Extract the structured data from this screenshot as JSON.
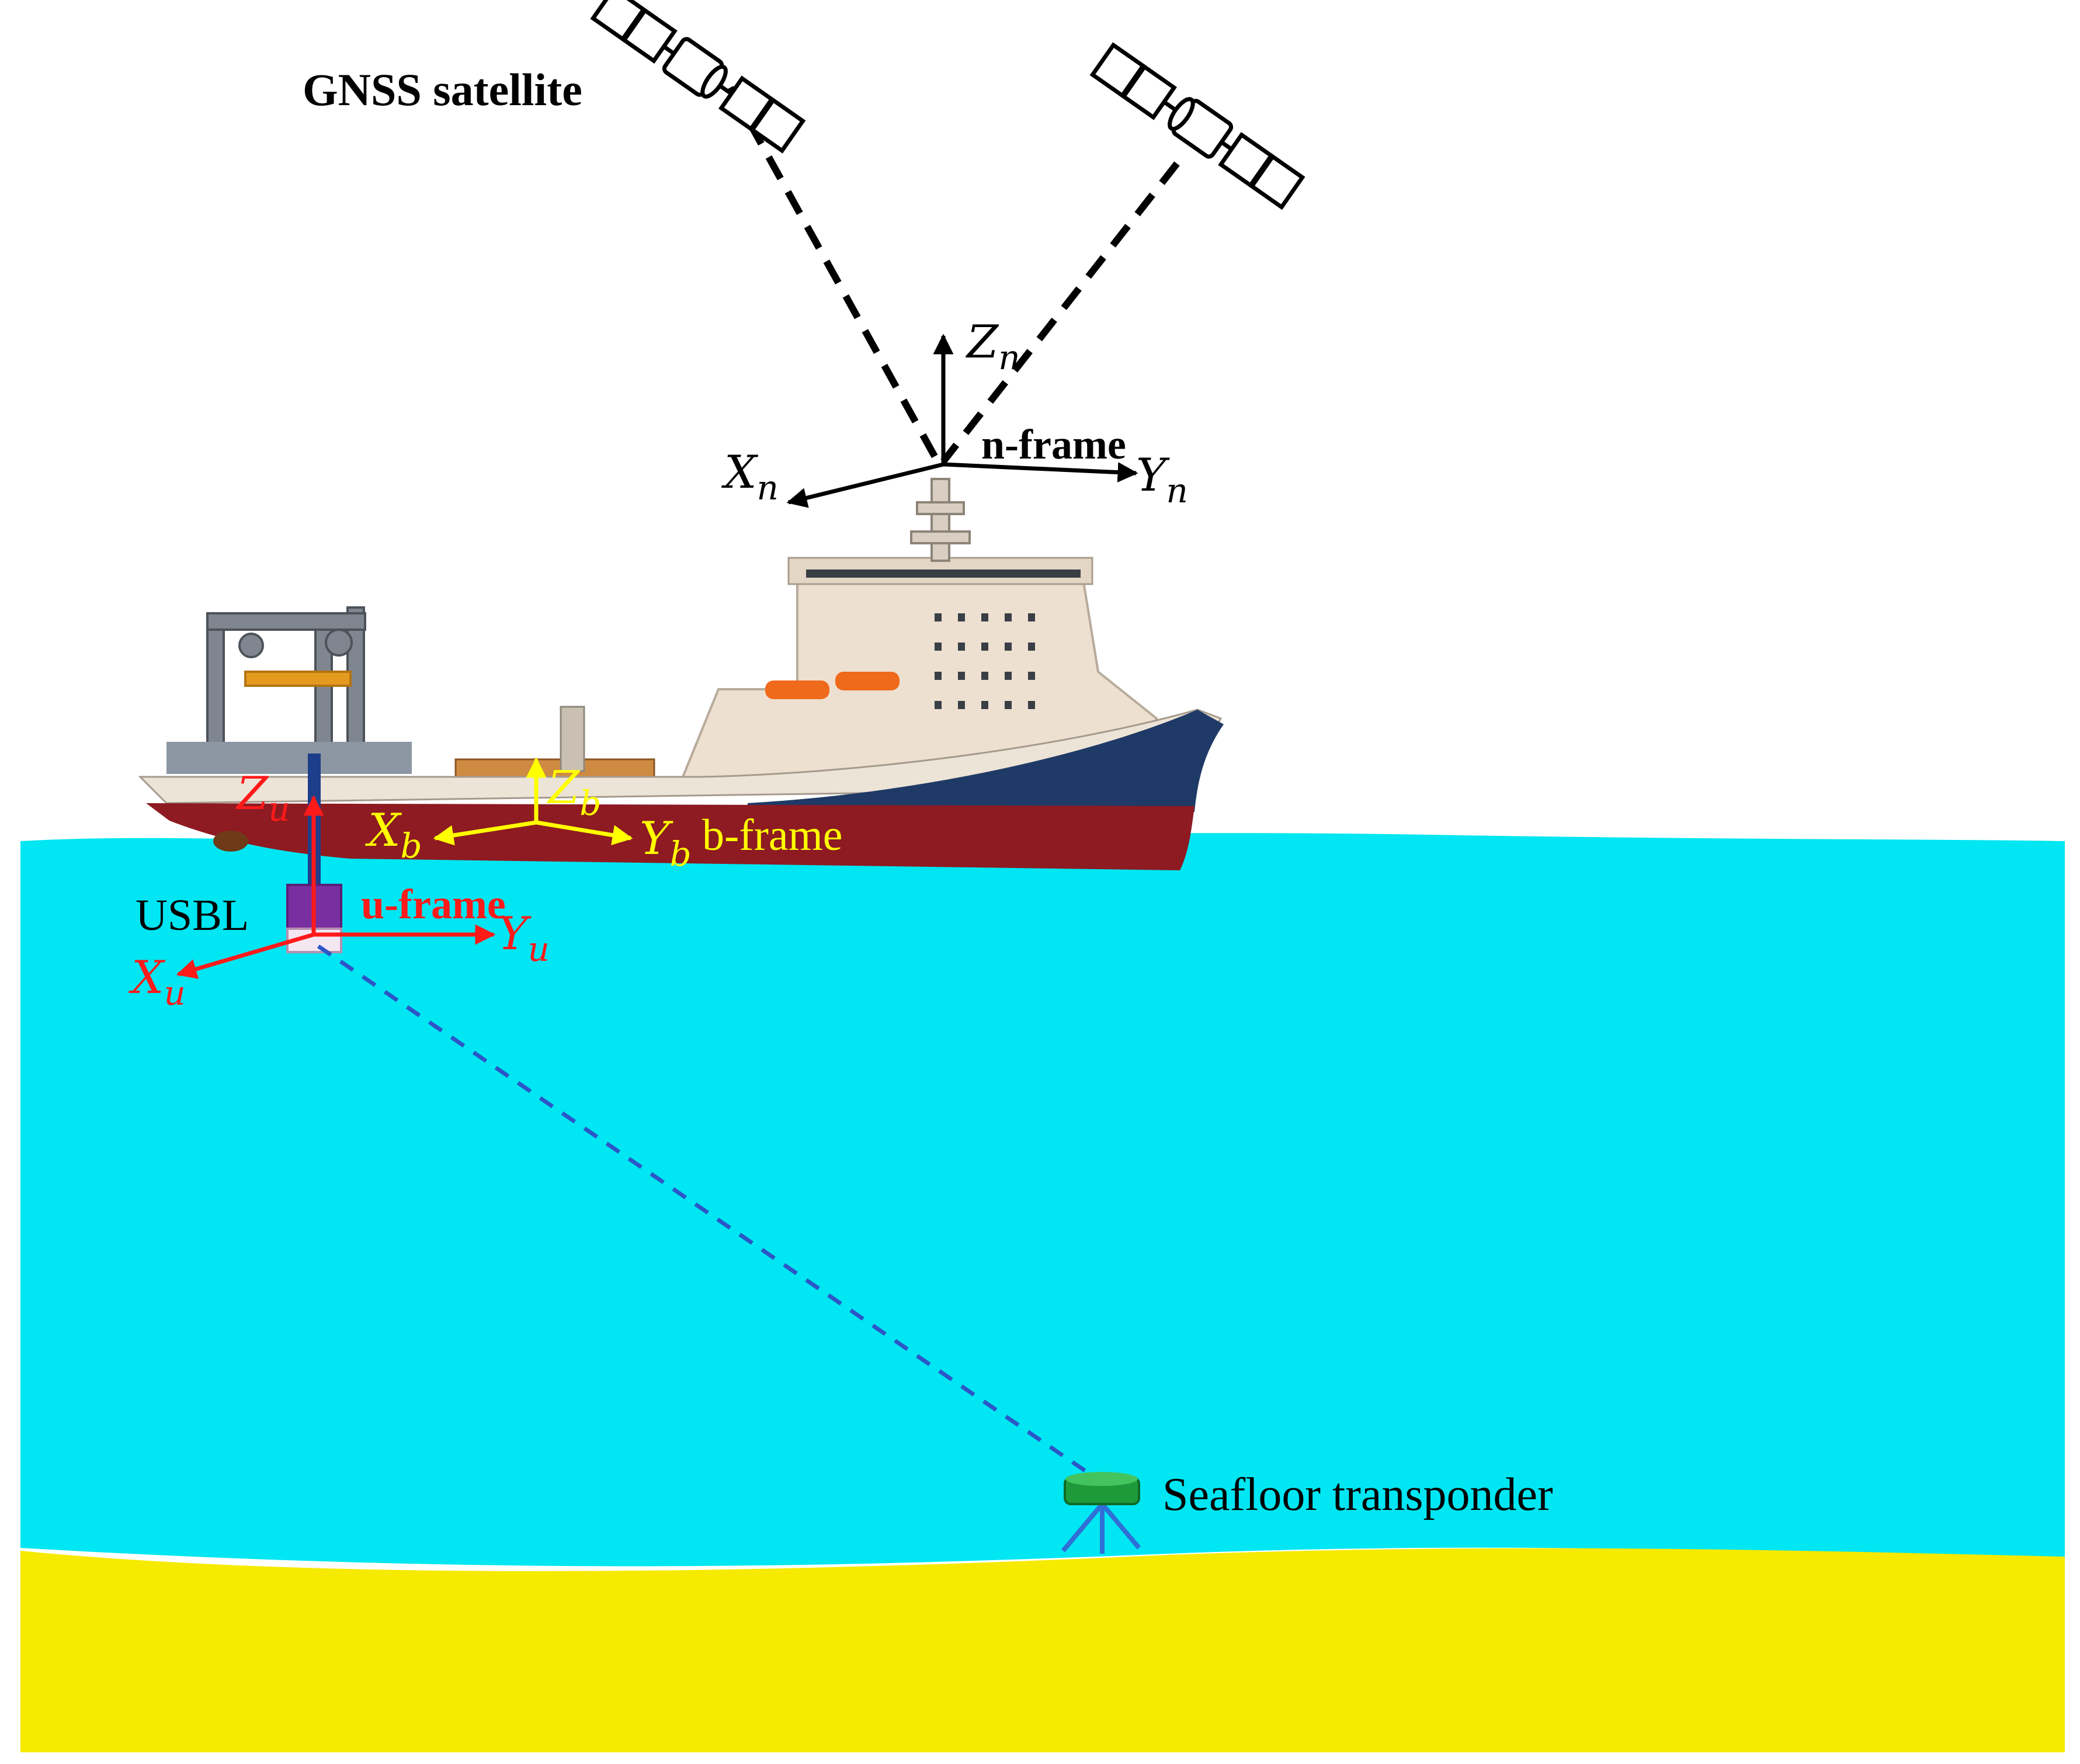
{
  "labels": {
    "gnss_satellite": "GNSS satellite",
    "n_frame": "n-frame",
    "b_frame": "b-frame",
    "u_frame": "u-frame",
    "usbl": "USBL",
    "seafloor_transponder": "Seafloor transponder"
  },
  "axes": {
    "n": {
      "x": "X",
      "y": "Y",
      "z": "Z",
      "sub": "n"
    },
    "b": {
      "x": "X",
      "y": "Y",
      "z": "Z",
      "sub": "b"
    },
    "u": {
      "x": "X",
      "y": "Y",
      "z": "Z",
      "sub": "u"
    }
  },
  "colors": {
    "sky": "#ffffff",
    "water": "#00e6f2",
    "seabed": "#f6ea00",
    "n_frame": "#000000",
    "b_frame": "#ffff00",
    "u_frame": "#ff1a1a",
    "hull_red": "#8e1a22",
    "hull_blue": "#1f3a66",
    "superstructure": "#ede0d0",
    "acoustic_link": "#2c56c7",
    "transponder": "#1f9a3a",
    "tripod": "#2f6fd6",
    "usbl_body": "#7a2fa0"
  },
  "icons": [
    "satellite-icon",
    "ship-icon",
    "usbl-icon",
    "transponder-icon"
  ]
}
